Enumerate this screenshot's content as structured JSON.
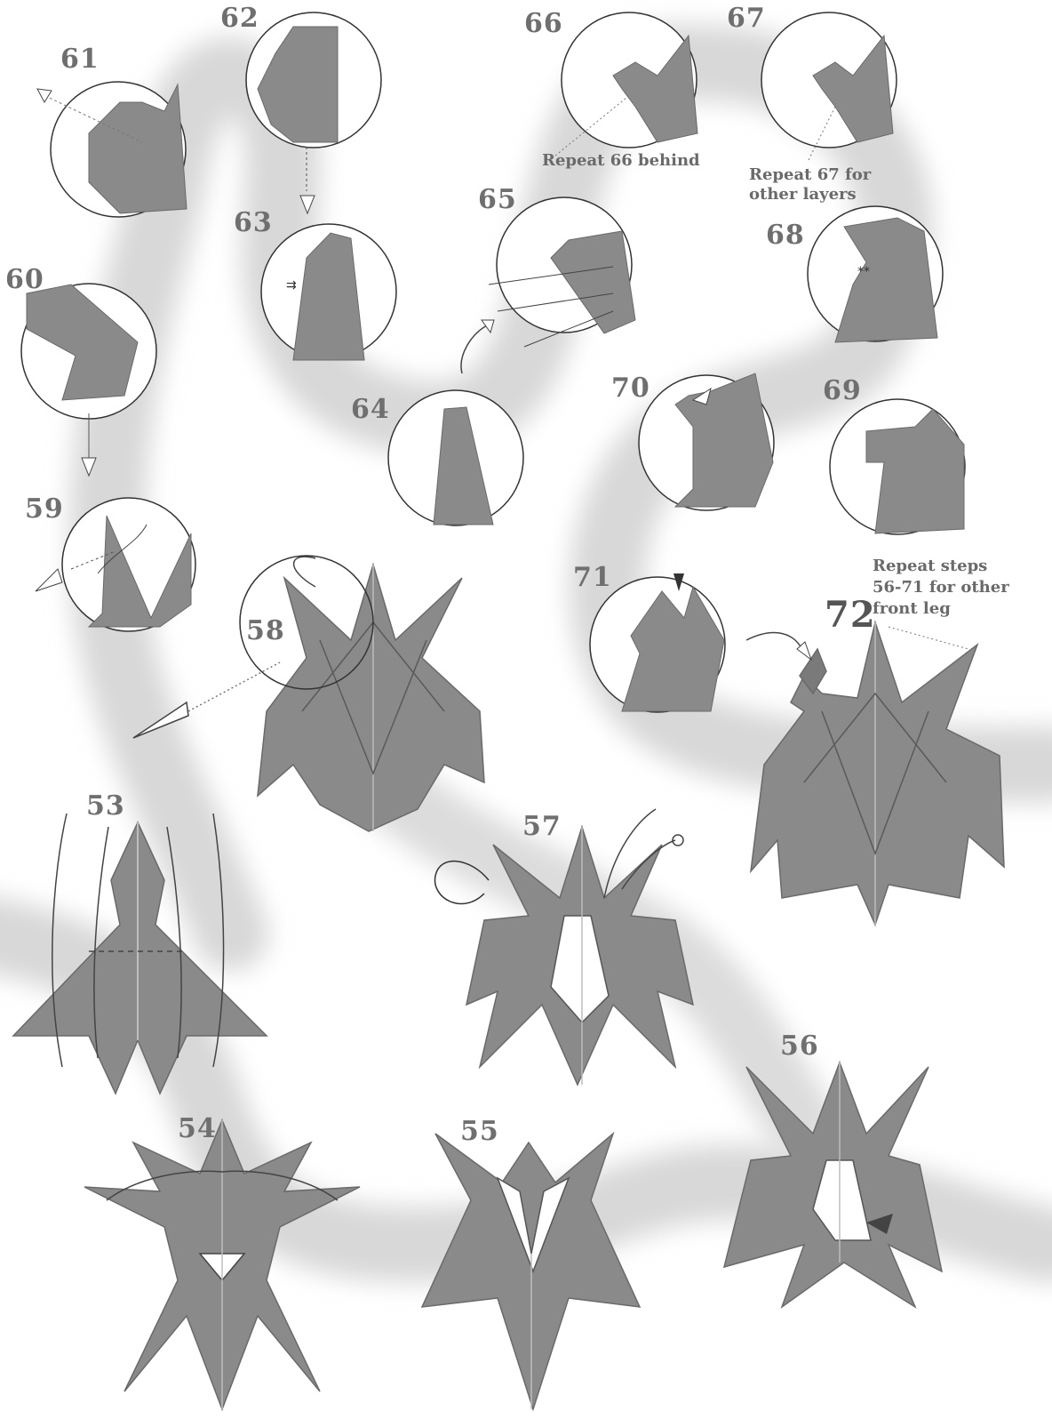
{
  "steps": {
    "s53": "53",
    "s54": "54",
    "s55": "55",
    "s56": "56",
    "s57": "57",
    "s58": "58",
    "s59": "59",
    "s60": "60",
    "s61": "61",
    "s62": "62",
    "s63": "63",
    "s64": "64",
    "s65": "65",
    "s66": "66",
    "s67": "67",
    "s68": "68",
    "s69": "69",
    "s70": "70",
    "s71": "71",
    "s72": "72"
  },
  "notes": {
    "repeat66": "Repeat 66 behind",
    "repeat67_l1": "Repeat 67 for",
    "repeat67_l2": "other layers",
    "repeat_steps_l1": "Repeat steps",
    "repeat_steps_l2": "56-71 for other",
    "repeat_steps_l3": "front leg"
  },
  "colors": {
    "paper": "#8a8a8a",
    "paper_dark": "#6e6e6e",
    "path_band": "#d6d6d6",
    "crease": "#5a5a5a",
    "circle": "#333333"
  }
}
